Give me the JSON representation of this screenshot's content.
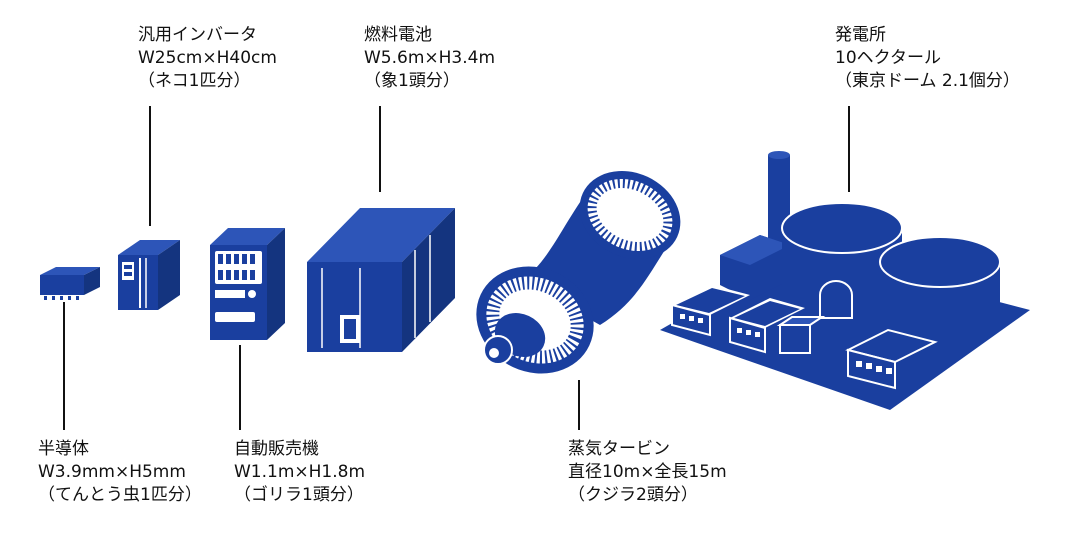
{
  "accent_color": "#1a3f9f",
  "items": [
    {
      "key": "semiconductor",
      "icon": "chip-icon",
      "name": "半導体",
      "size": "W3.9mm×H5mm",
      "compare": "（てんとう虫1匹分）"
    },
    {
      "key": "inverter",
      "icon": "inverter-icon",
      "name": "汎用インバータ",
      "size": "W25cm×H40cm",
      "compare": "（ネコ1匹分）"
    },
    {
      "key": "vending",
      "icon": "vending-machine-icon",
      "name": "自動販売機",
      "size": "W1.1m×H1.8m",
      "compare": "（ゴリラ1頭分）"
    },
    {
      "key": "fuelcell",
      "icon": "fuel-cell-icon",
      "name": "燃料電池",
      "size": "W5.6m×H3.4m",
      "compare": "（象1頭分）"
    },
    {
      "key": "turbine",
      "icon": "steam-turbine-icon",
      "name": "蒸気タービン",
      "size": "直径10m×全長15m",
      "compare": "（クジラ2頭分）"
    },
    {
      "key": "plant",
      "icon": "power-plant-icon",
      "name": "発電所",
      "size": "10ヘクタール",
      "compare": "（東京ドーム 2.1個分）"
    }
  ]
}
